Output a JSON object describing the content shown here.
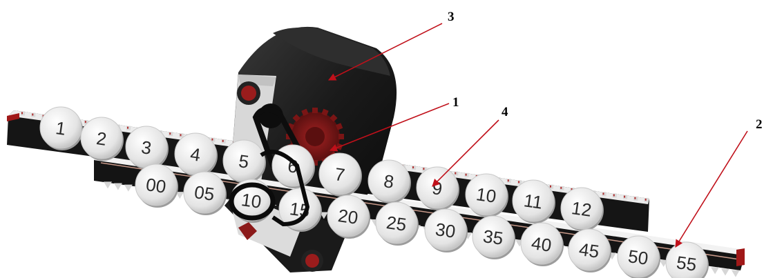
{
  "callouts": [
    {
      "id": "1",
      "label": "1",
      "target": "drive gear"
    },
    {
      "id": "2",
      "label": "2",
      "target": "rack end"
    },
    {
      "id": "3",
      "label": "3",
      "target": "housing"
    },
    {
      "id": "4",
      "label": "4",
      "target": "disc 9"
    }
  ],
  "hour_discs": [
    "1",
    "2",
    "3",
    "4",
    "5",
    "6",
    "7",
    "8",
    "9",
    "10",
    "11",
    "12"
  ],
  "minute_discs": [
    "00",
    "05",
    "10",
    "15",
    "20",
    "25",
    "30",
    "35",
    "40",
    "45",
    "50",
    "55"
  ],
  "colors": {
    "housing": "#1c1c1c",
    "rack": "#141414",
    "disc": "#e6e6e6",
    "gear": "#8b1a1a",
    "arrow": "#c0101a",
    "pin": "#9a1c1c"
  }
}
